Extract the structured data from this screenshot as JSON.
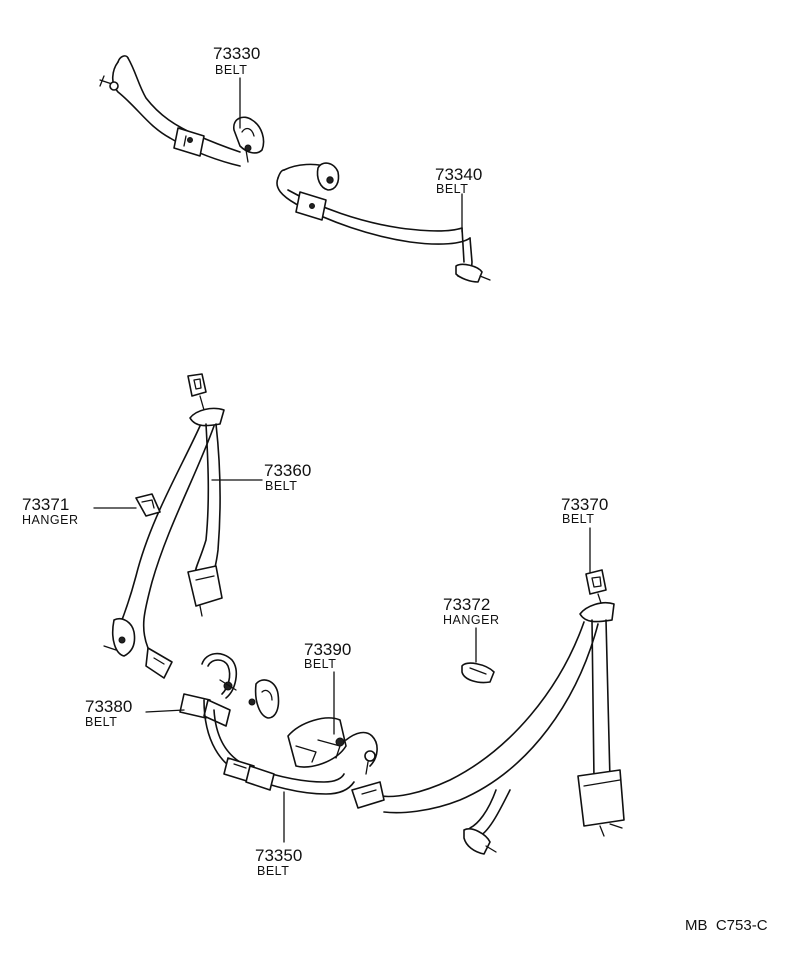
{
  "parts": [
    {
      "number": "73330",
      "name": "BELT"
    },
    {
      "number": "73340",
      "name": "BELT"
    },
    {
      "number": "73360",
      "name": "BELT"
    },
    {
      "number": "73371",
      "name": "HANGER"
    },
    {
      "number": "73370",
      "name": "BELT"
    },
    {
      "number": "73372",
      "name": "HANGER"
    },
    {
      "number": "73390",
      "name": "BELT"
    },
    {
      "number": "73380",
      "name": "BELT"
    },
    {
      "number": "73350",
      "name": "BELT"
    }
  ],
  "diagram_code": "MB  C753-C"
}
